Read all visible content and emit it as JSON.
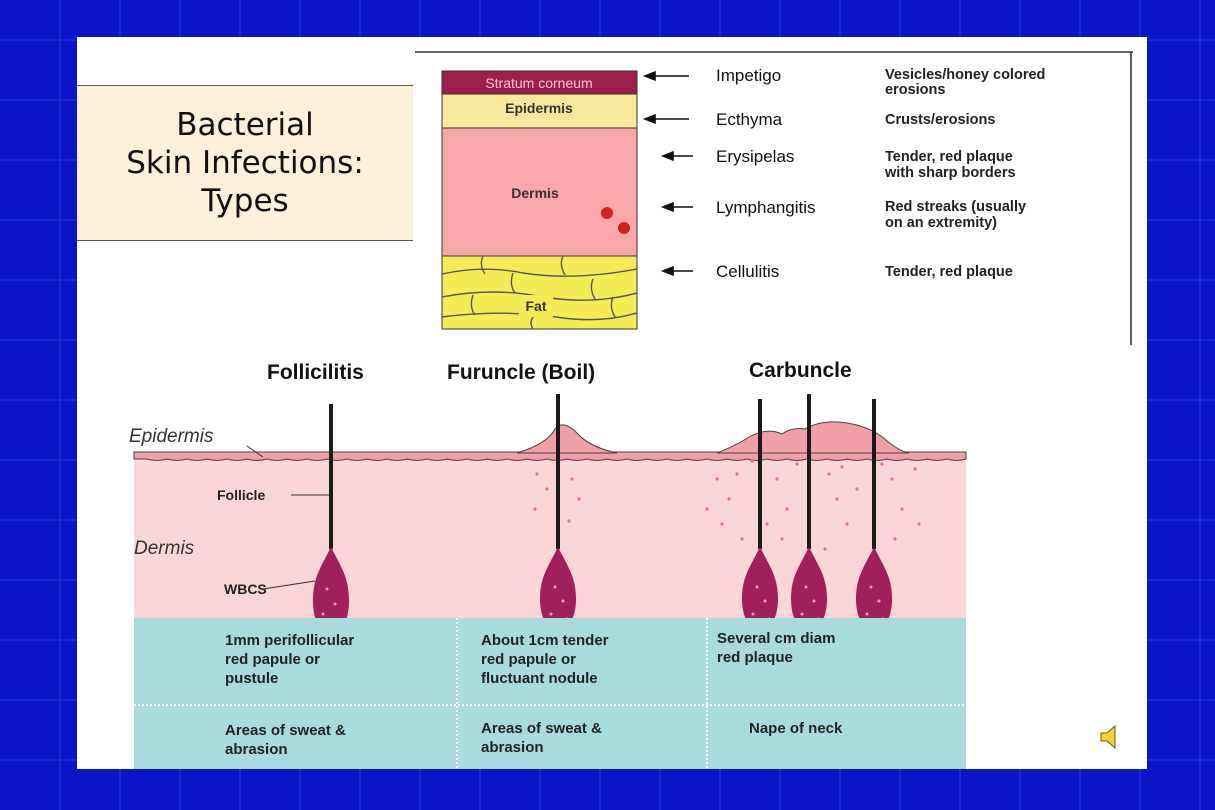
{
  "slide": {
    "title": "Bacterial\nSkin Infections:\nTypes"
  },
  "layers_diagram": {
    "layers": {
      "stratum": "Stratum corneum",
      "epidermis": "Epidermis",
      "dermis": "Dermis",
      "fat": "Fat"
    },
    "infections": [
      {
        "name": "Impetigo",
        "desc": [
          "Vesicles/honey colored",
          "erosions"
        ]
      },
      {
        "name": "Ecthyma",
        "desc": [
          "Crusts/erosions"
        ]
      },
      {
        "name": "Erysipelas",
        "desc": [
          "Tender, red plaque",
          "with sharp borders"
        ]
      },
      {
        "name": "Lymphangitis",
        "desc": [
          "Red streaks (usually",
          "on an extremity)"
        ]
      },
      {
        "name": "Cellulitis",
        "desc": [
          "Tender, red plaque"
        ]
      }
    ]
  },
  "follicle_diagram": {
    "headings": [
      "Follicilitis",
      "Furuncle (Boil)",
      "Carbuncle"
    ],
    "labels": {
      "epidermis": "Epidermis",
      "follicle": "Follicle",
      "dermis": "Dermis",
      "wbcs": "WBCS"
    },
    "table": {
      "row1": [
        [
          "1mm perifollicular",
          "red papule or",
          "pustule"
        ],
        [
          "About 1cm tender",
          "red papule or",
          "fluctuant nodule"
        ],
        [
          "Several cm diam",
          "red plaque"
        ]
      ],
      "row2": [
        [
          "Areas of sweat &",
          "abrasion"
        ],
        [
          "Areas of sweat &",
          "abrasion"
        ],
        [
          "Nape of neck"
        ]
      ]
    },
    "colors": {
      "dermis": "#fbd6d8",
      "epidermis": "#f0a0a6",
      "bulb": "#a11f5a",
      "table": "#a8dcdc"
    }
  },
  "icons": {
    "audio": "speaker-icon"
  }
}
